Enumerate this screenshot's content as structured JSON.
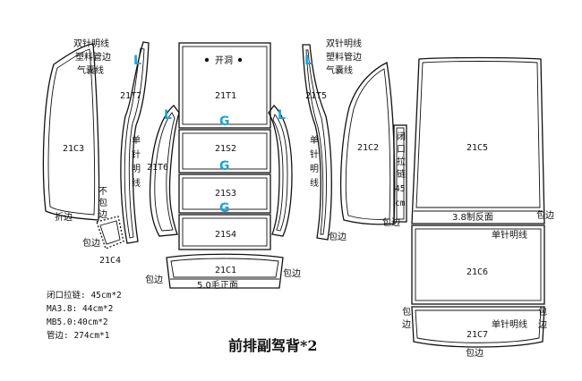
{
  "title": "前排副驾背*2",
  "colors": {
    "line": "#111111",
    "marker": "#1aa3d8"
  },
  "pieces": {
    "c3": "21C3",
    "t7": "21T7",
    "t6": "21T6",
    "c4": "21C4",
    "t1": "21T1",
    "s2": "21S2",
    "s3": "21S3",
    "s4": "21S4",
    "c1": "21C1",
    "t5": "21T5",
    "c2": "21C2",
    "c5": "21C5",
    "c6": "21C6",
    "c7": "21C7"
  },
  "markers": {
    "l": "L",
    "g": "G"
  },
  "notes_left": {
    "line1": "双针明线",
    "line2": "塑料管边",
    "line3": "气囊线"
  },
  "notes_right": {
    "line1": "双针明线",
    "line2": "塑料管边",
    "line3": "气囊线"
  },
  "labels": {
    "kaidong": "开洞",
    "danzhen": "单针明线",
    "zhebian": "折边",
    "bubian": "不包边",
    "baobian": "包边",
    "bizipalian": "闭口拉链",
    "len45": "45",
    "cm": "cm",
    "mao_zheng": "5.0毛正面",
    "zhi_fanmian": "3.8制反面",
    "bao": "包",
    "bian": "边"
  },
  "specs": [
    "闭口拉链: 45cm*2",
    "MA3.8: 44cm*2",
    "MB5.0:40cm*2",
    "管边: 274cm*1"
  ]
}
